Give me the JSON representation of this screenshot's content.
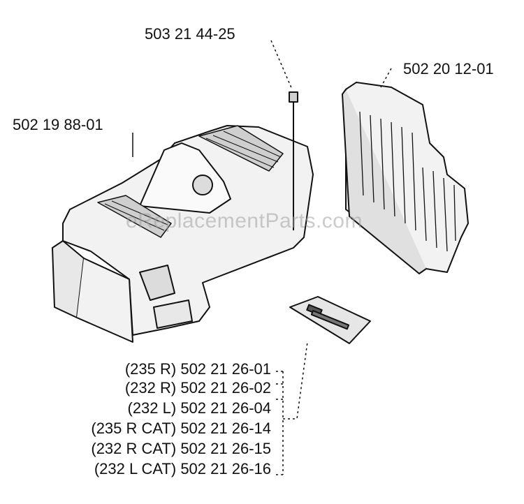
{
  "colors": {
    "ink": "#111111",
    "fill": "#f2f2f2",
    "shade": "#d9d9d9",
    "dark": "#555555"
  },
  "watermark": "eReplacementParts.com",
  "labels": {
    "screw": "503 21 44-25",
    "filter": "502 20 12-01",
    "cover": "502 19 88-01"
  },
  "decal_list": [
    "(235 R) 502 21 26-01",
    "(232 R) 502 21 26-02",
    "(232 L) 502 21 26-04",
    "(235 R CAT) 502 21 26-14",
    "(232 R CAT) 502 21 26-15",
    "(232 L CAT) 502 21 26-16"
  ]
}
